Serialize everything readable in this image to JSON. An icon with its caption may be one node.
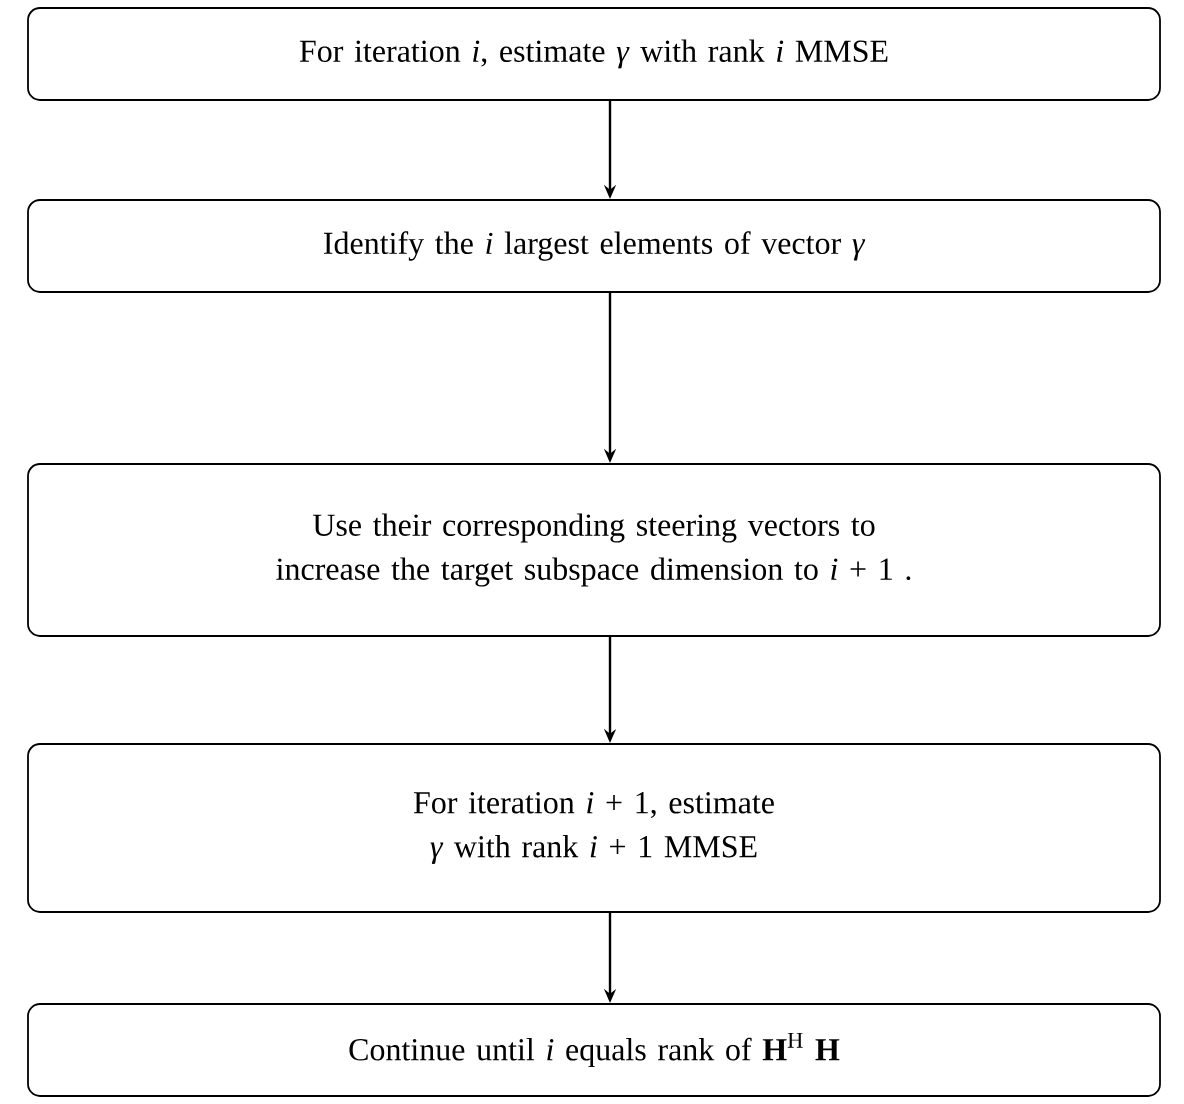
{
  "diagram": {
    "nodes": [
      {
        "text": [
          "For iteration *i*, estimate *γ*  with rank *i* MMSE"
        ]
      },
      {
        "text": [
          "Identify the *i* largest elements of vector *γ*"
        ]
      },
      {
        "text": [
          "Use their corresponding steering vectors to increase the target subspace dimension to *i* + 1 ."
        ]
      },
      {
        "text": [
          "For iteration *i* + 1, estimate *γ* with rank *i* + 1 MMSE"
        ]
      },
      {
        "text": [
          "Continue until *i* equals rank of **H**$^{H}$ **H**"
        ]
      }
    ],
    "edges": [
      {
        "from": 0,
        "to": 1,
        "arrow": "to"
      },
      {
        "from": 1,
        "to": 2,
        "arrow": "to"
      },
      {
        "from": 2,
        "to": 3,
        "arrow": "to"
      },
      {
        "from": 3,
        "to": 4,
        "arrow": "to"
      }
    ]
  }
}
